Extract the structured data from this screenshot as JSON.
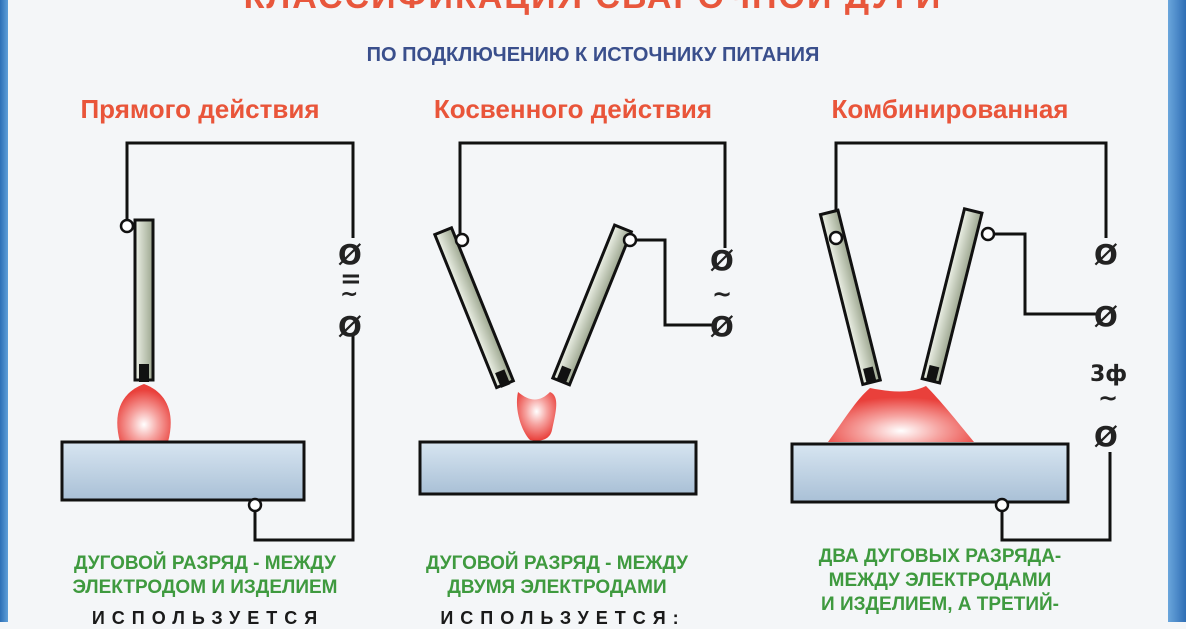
{
  "header": {
    "title": "КЛАССИФИКАЦИЯ СВАРОЧНОЙ ДУГИ",
    "subtitle": "ПО ПОДКЛЮЧЕНИЮ К ИСТОЧНИКУ ПИТАНИЯ"
  },
  "panels": [
    {
      "heading": "Прямого действия",
      "caption": [
        "ДУГОВОЙ РАЗРЯД - МЕЖДУ",
        "ЭЛЕКТРОДОМ И ИЗДЕЛИЕМ"
      ],
      "footer": "ИСПОЛЬЗУЕТСЯ",
      "symbols": [
        "Ø",
        "=",
        "~",
        "Ø"
      ]
    },
    {
      "heading": "Косвенного действия",
      "caption": [
        "ДУГОВОЙ РАЗРЯД - МЕЖДУ",
        "ДВУМЯ ЭЛЕКТРОДАМИ"
      ],
      "footer": "ИСПОЛЬЗУЕТСЯ:",
      "symbols": [
        "Ø",
        "~",
        "Ø"
      ]
    },
    {
      "heading": "Комбинированная",
      "caption": [
        "ДВА ДУГОВЫХ РАЗРЯДА-",
        "МЕЖДУ ЭЛЕКТРОДАМИ",
        "И ИЗДЕЛИЕМ, А ТРЕТИЙ-"
      ],
      "symbols": [
        "Ø",
        "Ø",
        "3ф",
        "~",
        "Ø"
      ]
    }
  ],
  "colors": {
    "title": "#e8573c",
    "subtitle": "#3a4f8c",
    "heading": "#e9553a",
    "caption": "#3f9a3f",
    "plate": "#bfd2e4",
    "electrode": "#c9d2c0",
    "arc": "#f26f6a",
    "frame": "#2c6fb6"
  },
  "icons": [
    "power-terminal-icon",
    "electrode-holder-icon",
    "arc-flame-icon"
  ]
}
